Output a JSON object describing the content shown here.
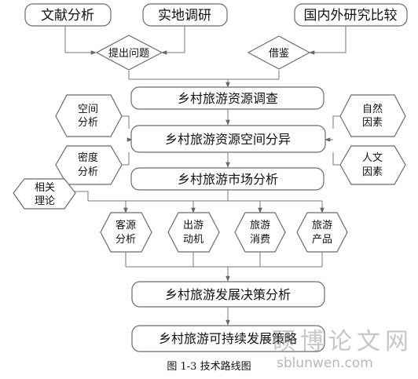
{
  "top_boxes": [
    "文献分析",
    "实地调研",
    "国内外研究比较"
  ],
  "diamonds": [
    "提出问题",
    "借鉴"
  ],
  "main_steps": [
    "乡村旅游资源调查",
    "乡村旅游资源空间分异",
    "乡村旅游市场分析",
    "乡村旅游发展决策分析",
    "乡村旅游可持续发展策略"
  ],
  "left_factors": [
    {
      "line1": "空间",
      "line2": "分析"
    },
    {
      "line1": "密度",
      "line2": "分析"
    },
    {
      "line1": "相关",
      "line2": "理论"
    }
  ],
  "right_factors": [
    {
      "line1": "自然",
      "line2": "因素"
    },
    {
      "line1": "人文",
      "line2": "因素"
    }
  ],
  "market_factors": [
    {
      "line1": "客源",
      "line2": "分析"
    },
    {
      "line1": "出游",
      "line2": "动机"
    },
    {
      "line1": "旅游",
      "line2": "消费"
    },
    {
      "line1": "旅游",
      "line2": "产品"
    }
  ],
  "caption": "图 1-3  技术路线图",
  "watermark": {
    "text": "硕博论文网",
    "url": "sblunwen.com"
  }
}
